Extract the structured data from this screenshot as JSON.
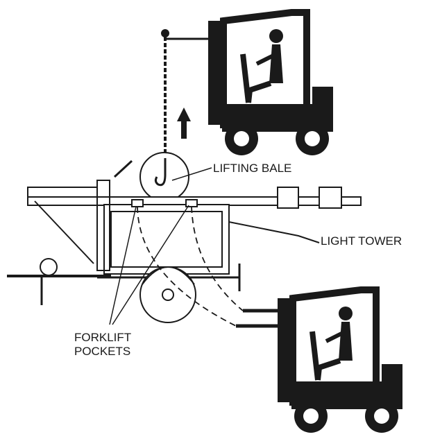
{
  "labels": {
    "lifting_bale": "LIFTING BALE",
    "light_tower": "LIGHT TOWER",
    "forklift_pockets_line1": "FORKLIFT",
    "forklift_pockets_line2": "POCKETS"
  },
  "icons": {
    "forklift_top": "forklift-icon",
    "forklift_bottom": "forklift-icon",
    "up_arrow": "arrow-up-icon",
    "hook": "crane-hook-icon"
  },
  "colors": {
    "ink": "#1a1a1a",
    "watermark": "#dbe4f3"
  }
}
